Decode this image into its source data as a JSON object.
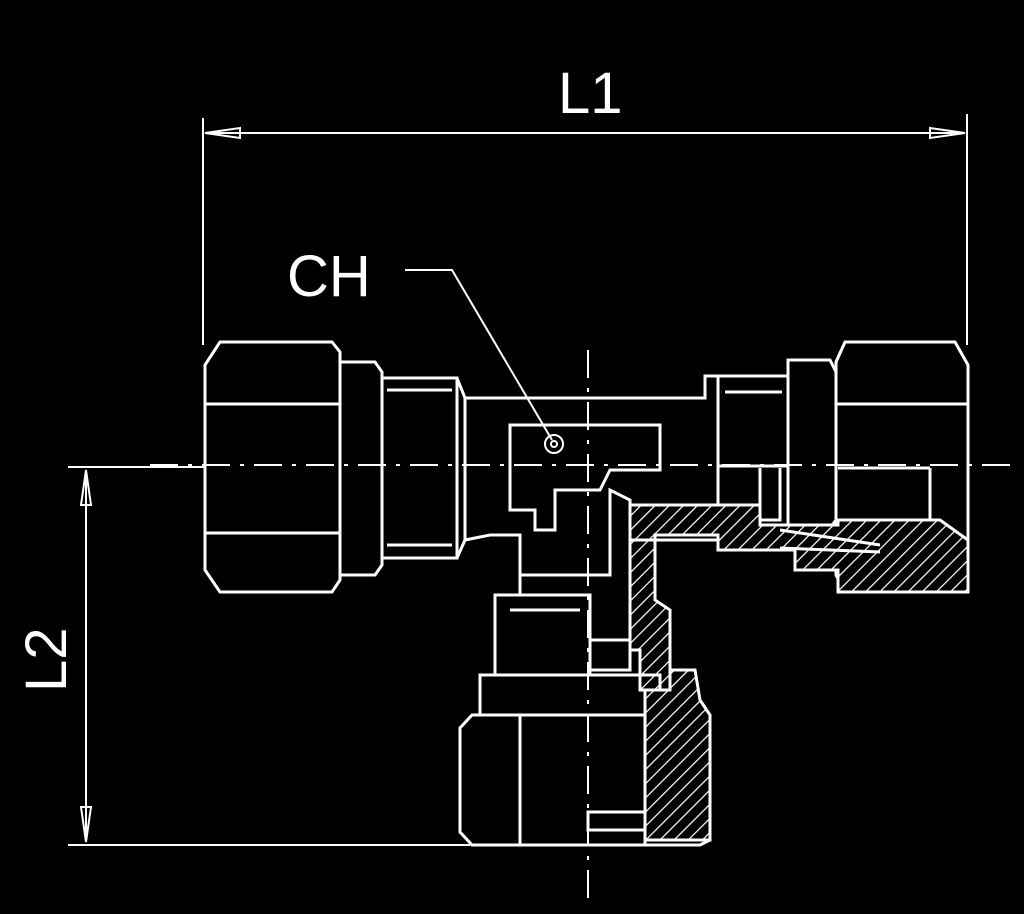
{
  "labels": {
    "length_1": "L1",
    "length_2": "L2",
    "wrench_size": "CH"
  },
  "colors": {
    "background": "#000000",
    "lines": "#ffffff"
  }
}
